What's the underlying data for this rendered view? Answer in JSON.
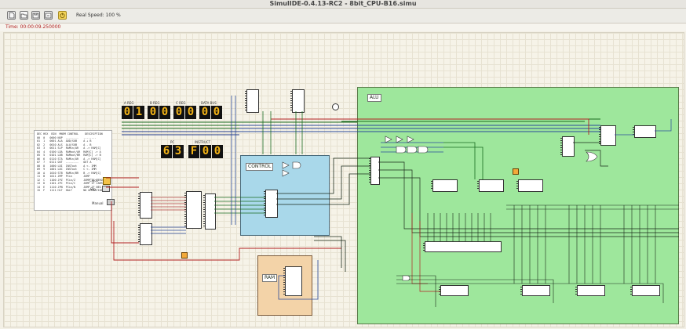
{
  "window": {
    "title": "SimulIDE-0.4.13-RC2  -  8bit_CPU-B16.simu"
  },
  "toolbar": {
    "buttons": [
      {
        "name": "new-circuit",
        "icon": "new-file-icon"
      },
      {
        "name": "open-circuit",
        "icon": "folder-open-icon"
      },
      {
        "name": "save-circuit",
        "icon": "save-icon"
      },
      {
        "name": "save-as",
        "icon": "save-as-icon"
      },
      {
        "name": "power",
        "icon": "power-icon",
        "active": true
      }
    ],
    "speed_label": "Real Speed: 100 %"
  },
  "status": {
    "time": "Time: 00:00:09.250000"
  },
  "colors": {
    "alu_panel": "#9ee79c",
    "control_panel": "#a9d8ea",
    "ram_panel": "#f3d3a8",
    "canvas_bg": "#f6f3e8",
    "segment_on": "#f4b417"
  },
  "panels": {
    "alu": {
      "label": "ALU"
    },
    "control": {
      "label": "CONTROL"
    },
    "ram": {
      "label": "RAM"
    }
  },
  "displays": [
    {
      "label": "A REG",
      "value": "01"
    },
    {
      "label": "B REG",
      "value": "00"
    },
    {
      "label": "C REG",
      "value": "00"
    },
    {
      "label": "DATA BUS",
      "value": "00"
    },
    {
      "label": "PC",
      "value": "63"
    },
    {
      "label": "INSTRUCT",
      "value": "F00"
    }
  ],
  "labels": {
    "clock": "Clock",
    "step": "Stp",
    "manual": "Manual"
  },
  "instruction_table": {
    "header": "DEC HEX  BIN  MNEM CONTROL    DESCRIPTION",
    "rows": [
      "00  0   0000 NOP  --------   --------",
      "01  1   0001 ALA  ADD/SUB    A + B",
      "02  2   0010 ALS  ALU/SUB    A - B",
      "03  3   0011 SLP  RAMin/AR   A -> RAM[C]",
      "04  4   0100 LDA  RAMout/AR  RAM[C] -> A",
      "05  5   0101 LDB  RAMout/BR  RAM[C] -> B",
      "06  6   0110 STA  RAMin/AR   A -> RAM[C]",
      "07  7   0111 OUT  --------   OUT A",
      "",
      "08  8   1000 LDI  INSTout    A <- IMM",
      "09  9   1001 LDC  INSTout    C <- IMM",
      "10  A   1010 STB  RAMin/BR   B -> RAM[C]",
      "11  B   1011 JMP  PCin       JUMP",
      "12  C   1100 JPZ  PCin/Z     JUMP IF ZERO",
      "13  D   1101 JPC  PCin/C     JUMP IF CARRY",
      "14  E   1110 JPN  PCin/N     JUMP IF NEG",
      "15  F   1111 HLT  HALT       NO OPERATION"
    ]
  }
}
